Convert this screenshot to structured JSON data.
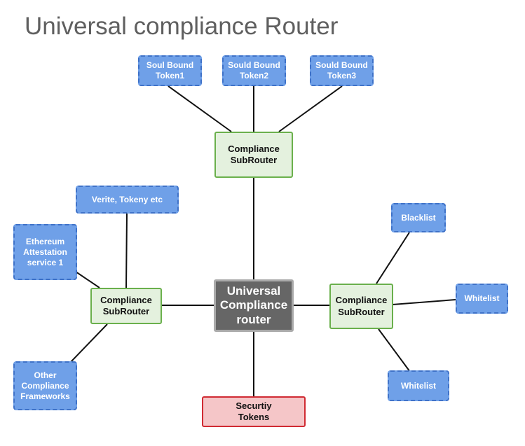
{
  "title": "Universal compliance Router",
  "nodes": {
    "sbt1": "Soul Bound\nToken1",
    "sbt2": "Sould Bound\nToken2",
    "sbt3": "Sould Bound\nToken3",
    "sub_top": "Compliance\nSubRouter",
    "verite": "Verite, Tokeny etc",
    "eas": "Ethereum\nAttestation\nservice 1",
    "sub_left": "Compliance\nSubRouter",
    "other": "Other\nCompliance\nFrameworks",
    "router": "Universal\nCompliance\nrouter",
    "security": "Securtiy\nTokens",
    "sub_right": "Compliance\nSubRouter",
    "blacklist": "Blacklist",
    "whitelist1": "Whitelist",
    "whitelist2": "Whitelist"
  },
  "colors": {
    "blue_fill": "#6fa0e8",
    "blue_border": "#3f72c8",
    "green_fill": "#e4f1de",
    "green_border": "#6ab04c",
    "router_fill": "#666666",
    "red_fill": "#f5c6c8",
    "red_border": "#d02b33"
  }
}
